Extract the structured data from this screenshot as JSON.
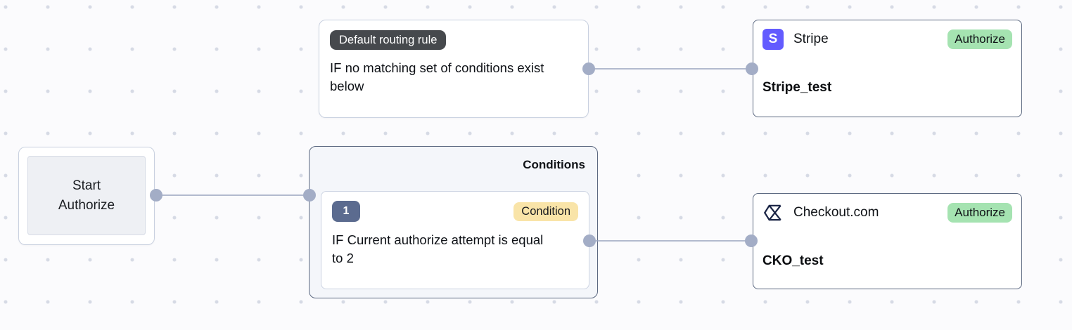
{
  "diagram": {
    "nodes": {
      "start": {
        "label": "Start Authorize"
      },
      "default_rule": {
        "badge": "Default routing rule",
        "text": "IF no matching set of conditions exist below"
      },
      "conditions": {
        "title": "Conditions",
        "items": [
          {
            "index": "1",
            "badge": "Condition",
            "text": "IF Current authorize attempt is equal to 2"
          }
        ]
      },
      "stripe": {
        "logo_letter": "S",
        "title": "Stripe",
        "action_badge": "Authorize",
        "processor_name": "Stripe_test"
      },
      "checkout": {
        "title": "Checkout.com",
        "action_badge": "Authorize",
        "processor_name": "CKO_test"
      }
    },
    "edges": [
      {
        "from": "start",
        "to": "conditions-group"
      },
      {
        "from": "condition-1",
        "to": "checkout"
      },
      {
        "from": "default_rule",
        "to": "stripe"
      }
    ],
    "colors": {
      "stripe_brand": "#635bff",
      "checkout_brand": "#1b2546",
      "authorize_badge_bg": "#a5e3b1",
      "condition_badge_bg": "#f9e4a8",
      "index_badge_bg": "#5b6b8f",
      "rule_badge_bg": "#46494d",
      "conditions_group_bg": "#f4f6fa",
      "node_border_dark": "#5b6880",
      "node_border_light": "#c9d1e0",
      "edge_line": "#99a4bf",
      "edge_dot": "#a3adc6",
      "grid_dot": "#d6dae5"
    }
  }
}
